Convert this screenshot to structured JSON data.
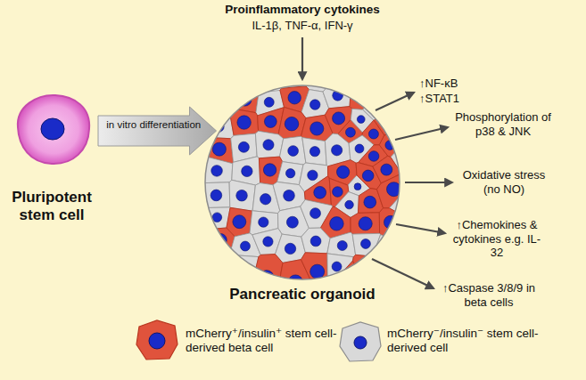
{
  "diagram": {
    "nodes": [
      {
        "text": [
          "Pluripotent stem cell"
        ]
      },
      {
        "text": [
          "Pancreatic organoid"
        ]
      }
    ],
    "edges": [
      {
        "from": 0,
        "to": 1,
        "arrow": "to",
        "label": "in vitro differentiation"
      }
    ],
    "labels": [
      "Proinflammatory cytokines",
      "IL-1β, TNF-α, IFN-γ",
      "↑NF-κB",
      "↑STAT1",
      "Phosphorylation of p38 & JNK",
      "Oxidative stress (no NO)",
      "↑Chemokines & cytokines e.g. IL-32",
      "↑Caspase 3/8/9 in beta cells"
    ],
    "legend": [
      {
        "text": "mCherry⁺/insulin⁺ stem cell-derived beta cell",
        "color": "#e0533c"
      },
      {
        "text": "mCherry⁻/insulin⁻ stem cell-derived cell",
        "color": "#d9d9d9"
      }
    ]
  }
}
